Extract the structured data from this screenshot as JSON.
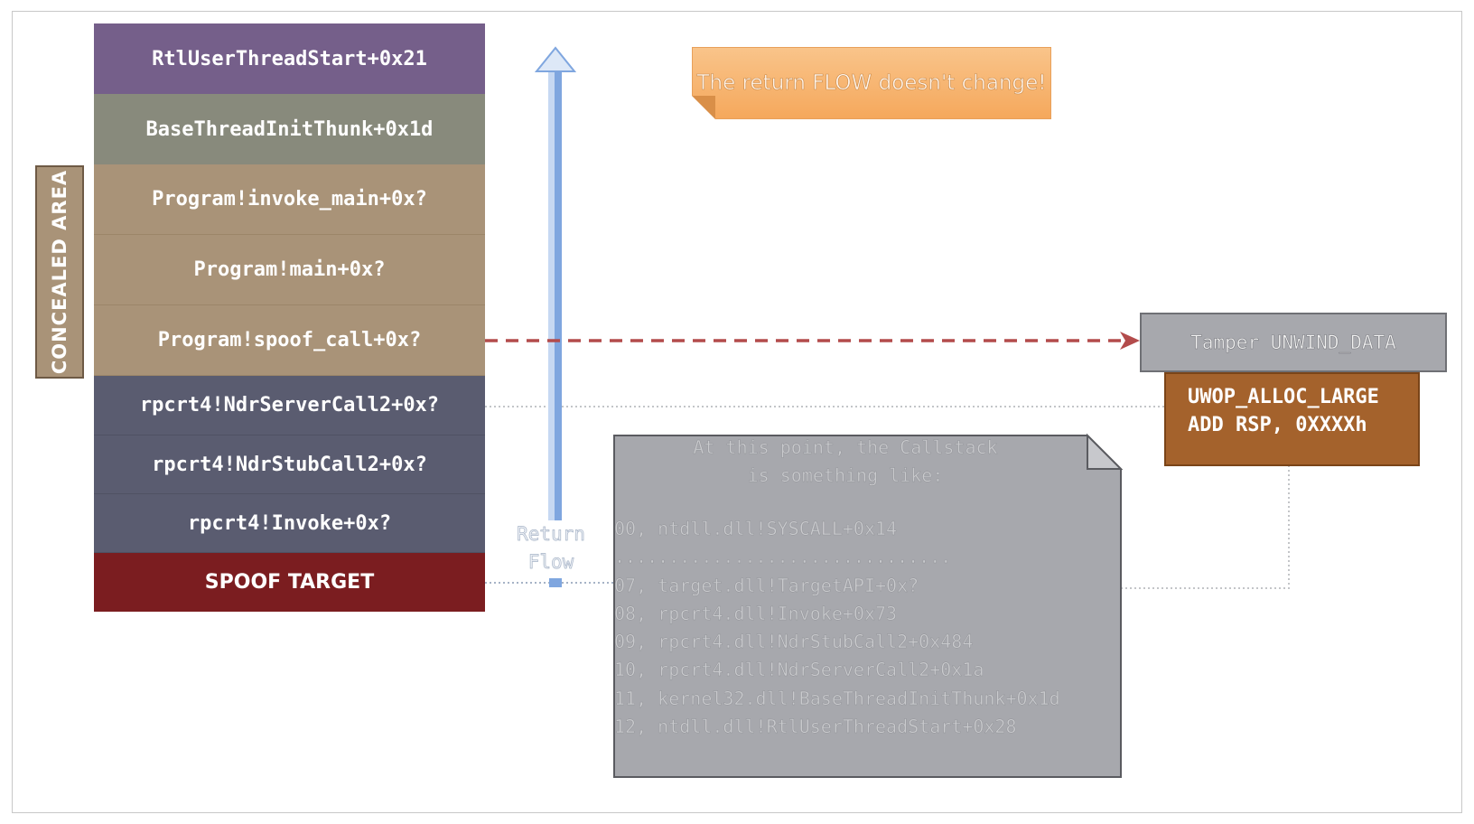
{
  "stack": {
    "frames": [
      "RtlUserThreadStart+0x21",
      "BaseThreadInitThunk+0x1d",
      "Program!invoke_main+0x?",
      "Program!main+0x?",
      "Program!spoof_call+0x?",
      "rpcrt4!NdrServerCall2+0x?",
      "rpcrt4!NdrStubCall2+0x?",
      "rpcrt4!Invoke+0x?",
      "SPOOF TARGET"
    ]
  },
  "concealed_label": "CONCEALED AREA",
  "note_text": "The return FLOW doesn't change!",
  "return_flow_label": [
    "Return",
    "Flow"
  ],
  "tamper_label": "Tamper UNWIND_DATA",
  "uwop": [
    "UWOP_ALLOC_LARGE",
    "ADD RSP, 0XXXXh"
  ],
  "callstack": {
    "title": [
      "At this point, the Callstack",
      "is something like:"
    ],
    "lines": [
      "00, ntdll.dll!SYSCALL+0x14",
      "...............................",
      "07, target.dll!TargetAPI+0x?",
      "08, rpcrt4.dll!Invoke+0x73",
      "09, rpcrt4.dll!NdrStubCall2+0x484",
      "10, rpcrt4.dll!NdrServerCall2+0x1a",
      "11, kernel32.dll!BaseThreadInitThunk+0x1d",
      "12, ntdll.dll!RtlUserThreadStart+0x28"
    ]
  },
  "colors": {
    "rtl": "#755f8a",
    "base_thunk": "#888a7c",
    "program": "#a99378",
    "rpcrt4": "#5a5c70",
    "spoof_target": "#7b1d20",
    "dashed_arrow": "#b34b4b",
    "return_arrow": "#7fa6df",
    "note": "#f5a85c",
    "tamper": "#a7a8ad",
    "uwop": "#a4622c",
    "callstack_box": "#a7a8ad"
  }
}
